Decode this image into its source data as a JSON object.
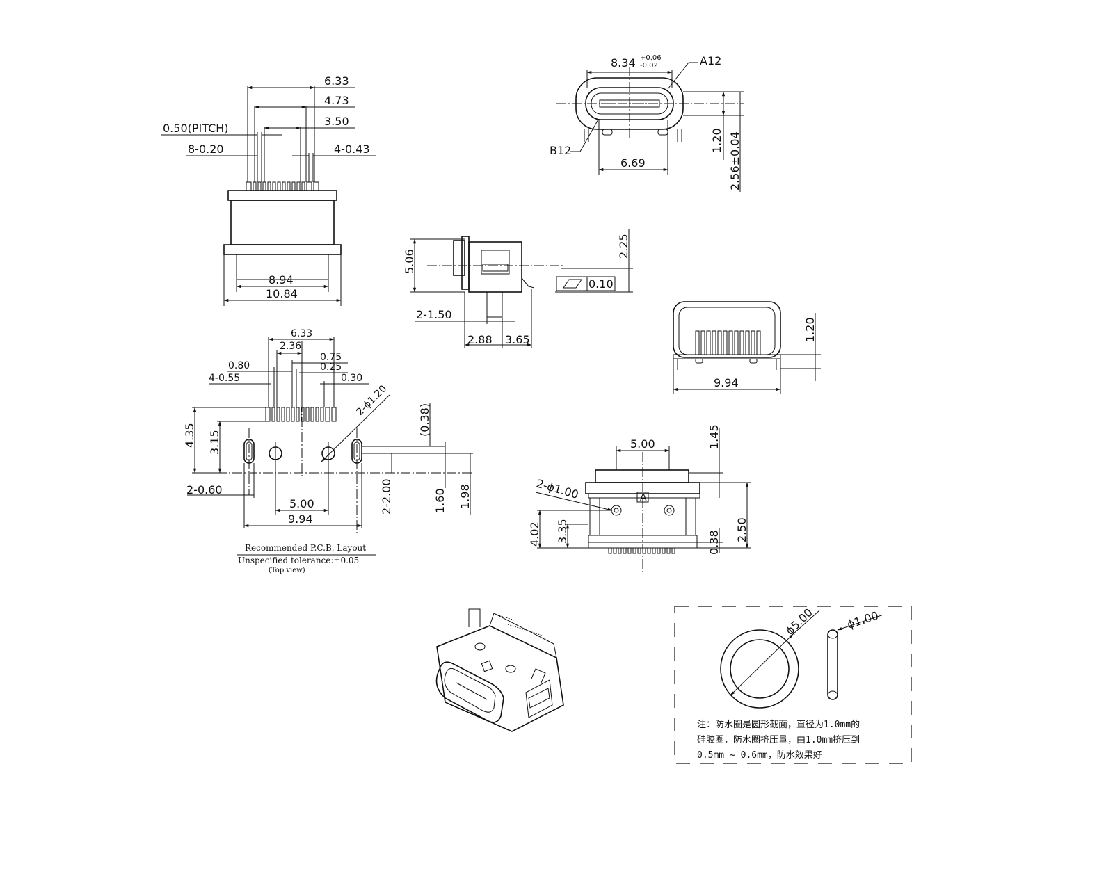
{
  "front_view": {
    "dim_top_1": "6.33",
    "dim_top_2": "4.73",
    "dim_top_3": "3.50",
    "pitch": "0.50(PITCH)",
    "pin_width_left": "8-0.20",
    "pin_width_right": "4-0.43",
    "inner_width": "8.94",
    "outer_width": "10.84"
  },
  "top_view": {
    "width": "8.34",
    "tol_plus": "+0.06",
    "tol_minus": "-0.02",
    "label_a12": "A12",
    "label_b12": "B12",
    "bottom_width": "6.69",
    "height_1": "1.20",
    "height_2": "2.56±0.04"
  },
  "side_view": {
    "height": "5.06",
    "height_right": "2.25",
    "slot": "2-1.50",
    "dim_a": "2.88",
    "dim_b": "3.65",
    "flatness": "0.10"
  },
  "end_view": {
    "height": "1.20",
    "width": "9.94"
  },
  "pcb_layout": {
    "d_633": "6.33",
    "d_236": "2.36",
    "d_075": "0.75",
    "d_080": "0.80",
    "d_025": "0.25",
    "d_455": "4-0.55",
    "d_030": "0.30",
    "hole": "2-ϕ1.20",
    "d_435": "4.35",
    "d_315": "3.15",
    "d_038": "(0.38)",
    "d_200": "2-2.00",
    "d_160": "1.60",
    "d_198": "1.98",
    "d_060": "2-0.60",
    "d_500": "5.00",
    "d_994": "9.94",
    "caption_1": "Recommended P.C.B. Layout",
    "caption_2": "Unspecified tolerance:±0.05",
    "caption_3": "(Top view)"
  },
  "rear_view": {
    "d_500": "5.00",
    "d_145": "1.45",
    "hole": "2-ϕ1.00",
    "marker": "A",
    "d_402": "4.02",
    "d_335": "3.35",
    "d_038": "0.38",
    "d_250": "2.50"
  },
  "seal_ring": {
    "outer": "ϕ5.00",
    "cross": "ϕ1.00",
    "note_1": "注：防水圈是圆形截面，直径为1.0mm的",
    "note_2": "硅胶圈，防水圈挤压量，由1.0mm挤压到",
    "note_3": "0.5mm ~ 0.6mm，防水效果好"
  }
}
